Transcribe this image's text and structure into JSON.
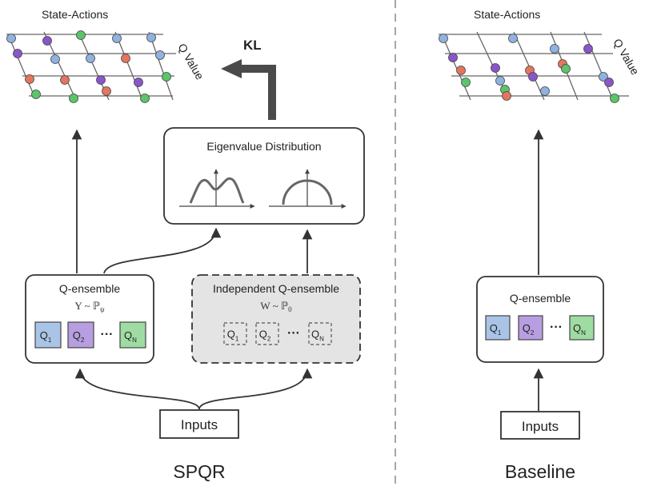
{
  "spqr": {
    "caption": "SPQR",
    "state_actions_label": "State-Actions",
    "q_value_label": "Q Value",
    "kl_label": "KL",
    "eigen": {
      "title": "Eigenvalue Distribution"
    },
    "q_ensemble": {
      "title": "Q-ensemble",
      "formula": "Y ~ ℙ",
      "formula_sub": "ψ",
      "items": [
        {
          "label": "Q",
          "sub": "1",
          "color": "#a9c4e6"
        },
        {
          "label": "Q",
          "sub": "2",
          "color": "#b79ee0"
        },
        {
          "label": "Q",
          "sub": "N",
          "color": "#9fdca3"
        }
      ],
      "dots": "···"
    },
    "independent": {
      "title": "Independent Q-ensemble",
      "formula": "W ~ ℙ",
      "formula_sub": "0",
      "items": [
        {
          "label": "Q",
          "sub": "1"
        },
        {
          "label": "Q",
          "sub": "2"
        },
        {
          "label": "Q",
          "sub": "N"
        }
      ],
      "dots": "···"
    },
    "inputs_label": "Inputs"
  },
  "baseline": {
    "caption": "Baseline",
    "state_actions_label": "State-Actions",
    "q_value_label": "Q Value",
    "q_ensemble": {
      "title": "Q-ensemble",
      "items": [
        {
          "label": "Q",
          "sub": "1",
          "color": "#a9c4e6"
        },
        {
          "label": "Q",
          "sub": "2",
          "color": "#b79ee0"
        },
        {
          "label": "Q",
          "sub": "N",
          "color": "#9fdca3"
        }
      ],
      "dots": "···"
    },
    "inputs_label": "Inputs"
  },
  "colors": {
    "blue": "#8fb2e0",
    "purple": "#8a55c9",
    "green": "#5cc46a",
    "red": "#e2765e",
    "box_stroke": "#333333",
    "dashed_fill": "#e4e4e4"
  }
}
